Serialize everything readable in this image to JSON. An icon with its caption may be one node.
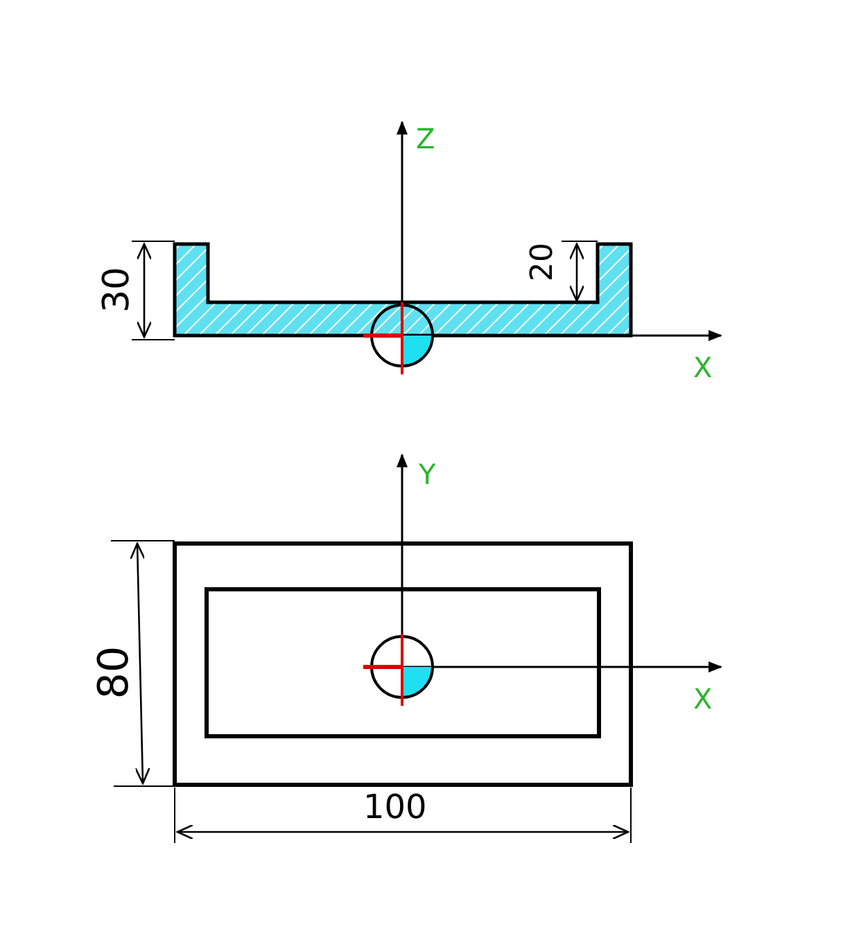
{
  "diagram": {
    "labels": [
      "Z",
      "30",
      "20",
      "X",
      "Y",
      "80",
      "X",
      "100"
    ]
  }
}
